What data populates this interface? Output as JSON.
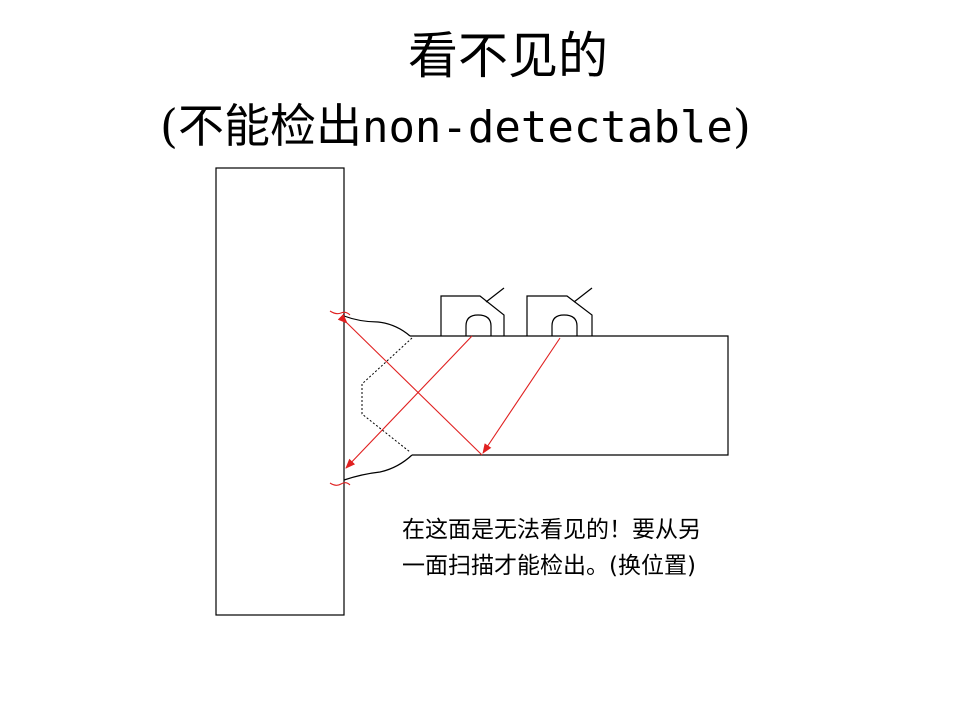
{
  "title": {
    "line1": "看不见的",
    "line2_open": "(不能检出",
    "line2_latin": "non-detectable",
    "line2_close": ")"
  },
  "caption": {
    "line1": "在这面是无法看见的！要从另",
    "line2": "一面扫描才能检出。(换位置)"
  },
  "colors": {
    "ink": "#000000",
    "beam": "#e02020",
    "background": "#ffffff"
  }
}
